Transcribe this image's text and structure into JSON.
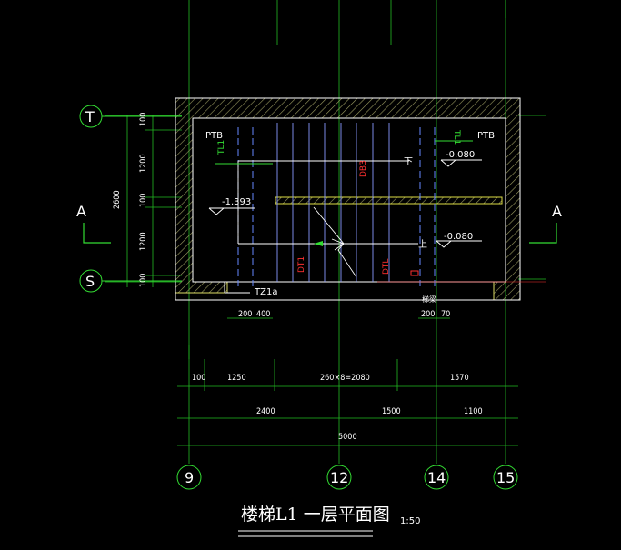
{
  "top_dims": [
    "100",
    "1250",
    "260×8=2080",
    "1570"
  ],
  "mid_dims": [
    "2400",
    "1500",
    "1100"
  ],
  "total_dim": "5000",
  "left_dims": [
    "100",
    "1200",
    "100",
    "1200",
    "100"
  ],
  "left_total": "2600",
  "bottom_small_left": [
    "200",
    "400"
  ],
  "bottom_small_right": [
    "200",
    "70"
  ],
  "axes_horizontal": [
    "T",
    "S"
  ],
  "axes_vertical": [
    "9",
    "12",
    "14",
    "15"
  ],
  "section_marks": [
    "A",
    "A"
  ],
  "labels": {
    "ptb_left": "PTB",
    "ptb_right": "PTB",
    "tl_left": "TL1",
    "tl_right": "TL1",
    "level_left": "-1.393",
    "level_right_top": "-0.080",
    "level_right_bottom": "-0.080",
    "down": "下",
    "up": "上",
    "db_mid": "DB3",
    "db_left": "DT1",
    "db_right": "DTL",
    "tz": "TZ1a",
    "wall_note": "梯梁"
  },
  "title": "楼梯L1  一层平面图",
  "scale": "1:50"
}
